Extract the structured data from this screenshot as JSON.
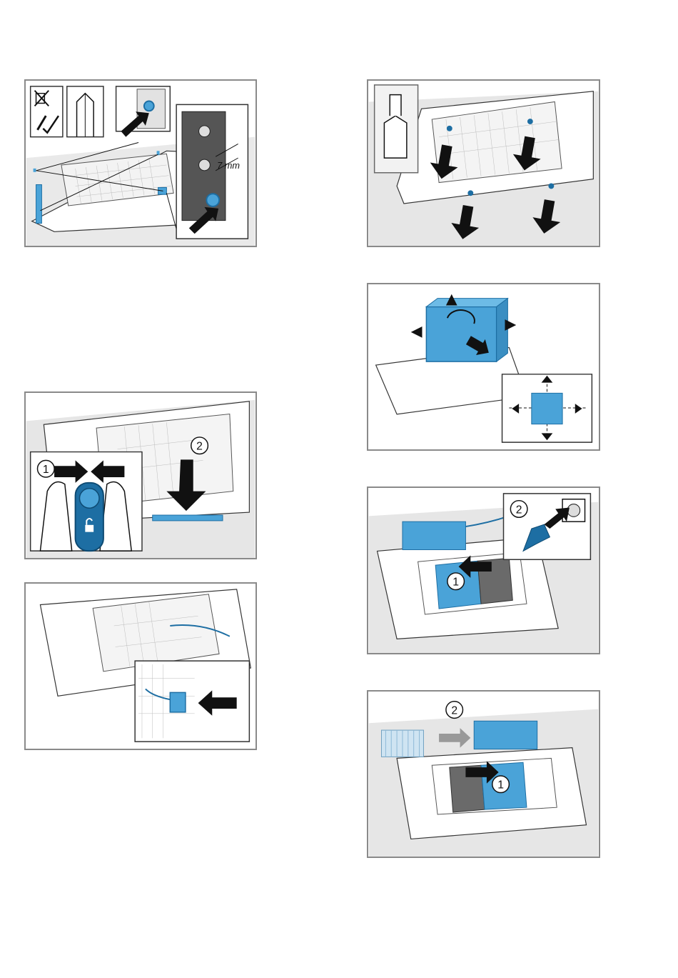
{
  "colors": {
    "accent_blue": "#4aa3d8",
    "dark_blue": "#1d6ea3",
    "panel_border": "#8a8a8a",
    "shade": "#e6e6e6",
    "black": "#1a1a1a",
    "grey_block": "#6a6a6a"
  },
  "icons": {
    "tool_panel": [
      "no-drill-icon",
      "screwdriver-ok-icon",
      "torx-bit-icon"
    ],
    "step_arrows": "arrow-icon"
  },
  "panels": {
    "p1": {
      "dimension": "7 mm"
    },
    "p3": {
      "step1": "1",
      "step2": "2"
    },
    "p6": {
      "step1": "1",
      "step2": "2"
    },
    "p7": {
      "step1": "1",
      "step2": "2"
    }
  }
}
